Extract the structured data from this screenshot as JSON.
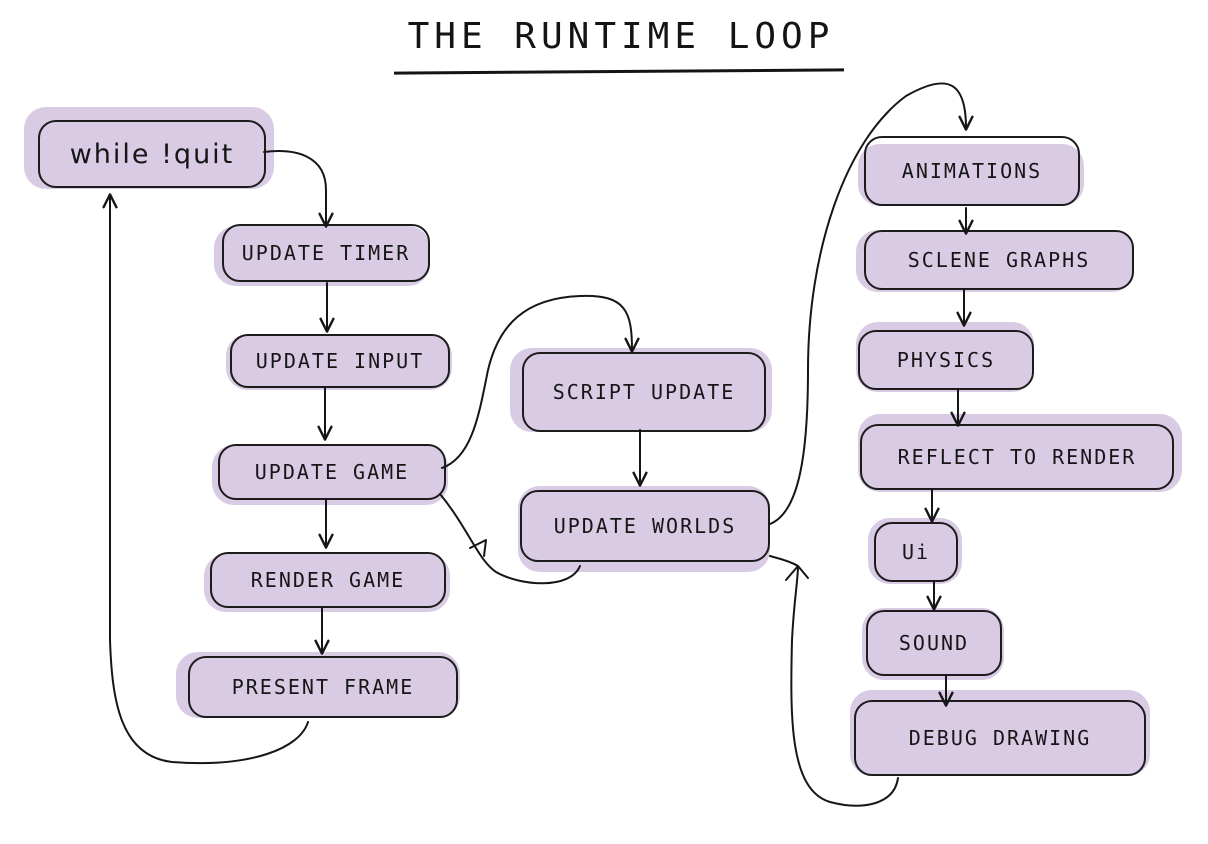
{
  "title": "THE RUNTIME LOOP",
  "colors": {
    "fill": "#d8cbe3",
    "ink": "#161616",
    "background": "#ffffff"
  },
  "nodes": {
    "while_quit": "while !quit",
    "update_timer": "UPDATE TIMER",
    "update_input": "UPDATE INPUT",
    "update_game": "UPDATE GAME",
    "render_game": "RENDER GAME",
    "present_frame": "PRESENT FRAME",
    "script_update": "SCRIPT UPDATE",
    "update_worlds": "UPDATE WORLDS",
    "animations": "ANIMATIONS",
    "scene_graphs": "SCLENE GRAPHS",
    "physics": "PHYSICS",
    "reflect_to_render": "REFLECT TO RENDER",
    "ui": "Ui",
    "sound": "SOUND",
    "debug_drawing": "DEBUG DRAWING"
  }
}
